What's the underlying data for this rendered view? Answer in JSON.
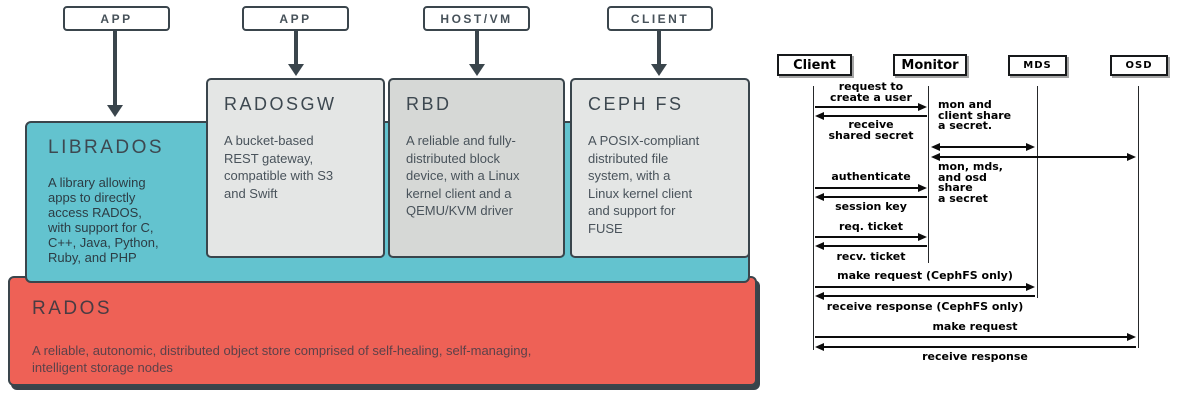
{
  "architecture": {
    "top_nodes": [
      {
        "label": "APP"
      },
      {
        "label": "APP"
      },
      {
        "label": "HOST/VM"
      },
      {
        "label": "CLIENT"
      }
    ],
    "librados": {
      "title": "LIBRADOS",
      "body": "A library allowing\napps to directly\naccess RADOS,\nwith support for C,\nC++, Java, Python,\nRuby, and PHP"
    },
    "services": [
      {
        "title": "RADOSGW",
        "body": "A bucket-based\nREST gateway,\ncompatible with S3\nand Swift"
      },
      {
        "title": "RBD",
        "body": "A reliable and fully-\ndistributed block\ndevice, with a Linux\nkernel client and a\nQEMU/KVM driver"
      },
      {
        "title": "CEPH FS",
        "body": "A POSIX-compliant\ndistributed file\nsystem, with a\nLinux kernel client\nand support for\nFUSE"
      }
    ],
    "rados": {
      "title": "RADOS",
      "body": "A reliable, autonomic, distributed object store comprised of self-healing, self-managing,\nintelligent storage nodes"
    },
    "colors": {
      "teal": "#63c3cf",
      "red": "#ee6156",
      "grey_light": "#e4e6e5",
      "grey_mid": "#d6d8d6",
      "outline": "#3a454c"
    }
  },
  "sequence": {
    "actors": [
      {
        "label": "Client"
      },
      {
        "label": "Monitor"
      },
      {
        "label": "MDS"
      },
      {
        "label": "OSD"
      }
    ],
    "messages": [
      {
        "label": "request to\ncreate a user",
        "from": "Client",
        "to": "Monitor"
      },
      {
        "label": "receive\nshared secret",
        "from": "Monitor",
        "to": "Client"
      },
      {
        "label": "authenticate",
        "from": "Client",
        "to": "Monitor"
      },
      {
        "label": "session key",
        "from": "Monitor",
        "to": "Client"
      },
      {
        "label": "req. ticket",
        "from": "Client",
        "to": "Monitor"
      },
      {
        "label": "recv. ticket",
        "from": "Monitor",
        "to": "Client"
      },
      {
        "label": "make request (CephFS only)",
        "from": "Client",
        "to": "MDS"
      },
      {
        "label": "receive response (CephFS only)",
        "from": "MDS",
        "to": "Client"
      },
      {
        "label": "make request",
        "from": "Client",
        "to": "OSD"
      },
      {
        "label": "receive response",
        "from": "OSD",
        "to": "Client"
      }
    ],
    "notes": [
      {
        "text": "mon and\nclient share\na secret."
      },
      {
        "text": "mon, mds,\nand osd\nshare\na secret"
      }
    ]
  }
}
